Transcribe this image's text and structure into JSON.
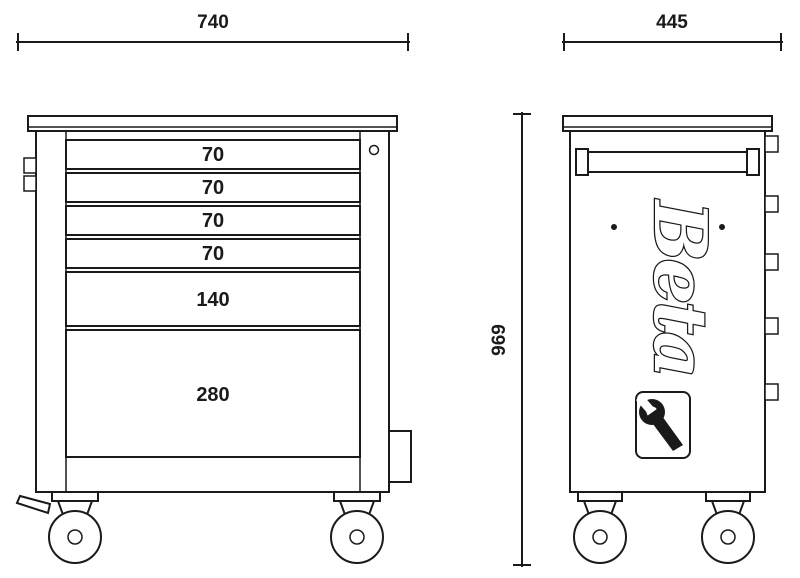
{
  "front_view": {
    "width_label": "740",
    "drawers": [
      "70",
      "70",
      "70",
      "70",
      "140",
      "280"
    ]
  },
  "side_view": {
    "width_label": "445",
    "height_label": "969",
    "brand_text": "Beta"
  },
  "colors": {
    "line": "#1a1a1a",
    "background": "#ffffff"
  }
}
